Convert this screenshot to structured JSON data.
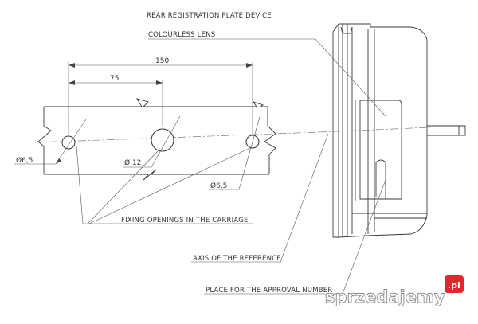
{
  "labels": {
    "title": "REAR REGISTRATION PLATE DEVICE",
    "lens": "COLOURLESS LENS",
    "fixing": "FIXING OPENINGS IN THE CARRIAGE",
    "axis": "AXIS OF THE REFERENCE",
    "place": "PLACE FOR THE APPROVAL NUMBER"
  },
  "dimensions": {
    "overall": "150",
    "half": "75",
    "hole_left": "Ø6,5",
    "hole_center": "Ø 12",
    "hole_right": "Ø6,5"
  },
  "watermark": {
    "text": "sprzedajemy",
    "badge": ".pl",
    "badge_color": "#e3262e"
  }
}
